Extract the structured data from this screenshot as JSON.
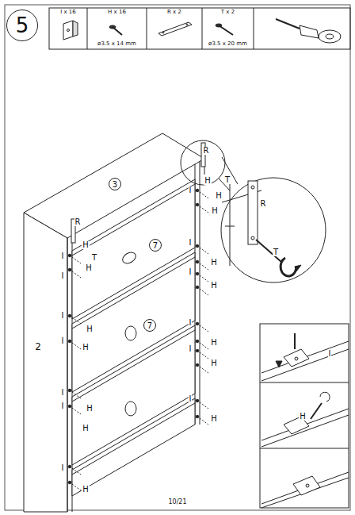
{
  "diagram": {
    "nodes": [
      {
        "text": [
          "5"
        ]
      },
      {
        "text": [
          "I x 16"
        ]
      },
      {
        "text": [
          "H x 16",
          "ø3.5 x 14 mm"
        ]
      },
      {
        "text": [
          "R x 2"
        ]
      },
      {
        "text": [
          "T x 2",
          "ø3.5 x 20 mm"
        ]
      },
      {
        "text": [
          "3"
        ]
      },
      {
        "text": [
          "7"
        ]
      },
      {
        "text": [
          "7"
        ]
      }
    ],
    "edges": [],
    "labels": [
      "R",
      "H",
      "T",
      "I",
      "H",
      "H",
      "R",
      "H",
      "I",
      "T",
      "H",
      "I",
      "I",
      "H",
      "I",
      "H",
      "I",
      "H",
      "I",
      "H",
      "I",
      "H",
      "I",
      "H",
      "I",
      "H",
      "I",
      "H",
      "I",
      "H",
      "I",
      "H",
      "2",
      "R",
      "T",
      "I",
      "H",
      "10/21"
    ]
  }
}
